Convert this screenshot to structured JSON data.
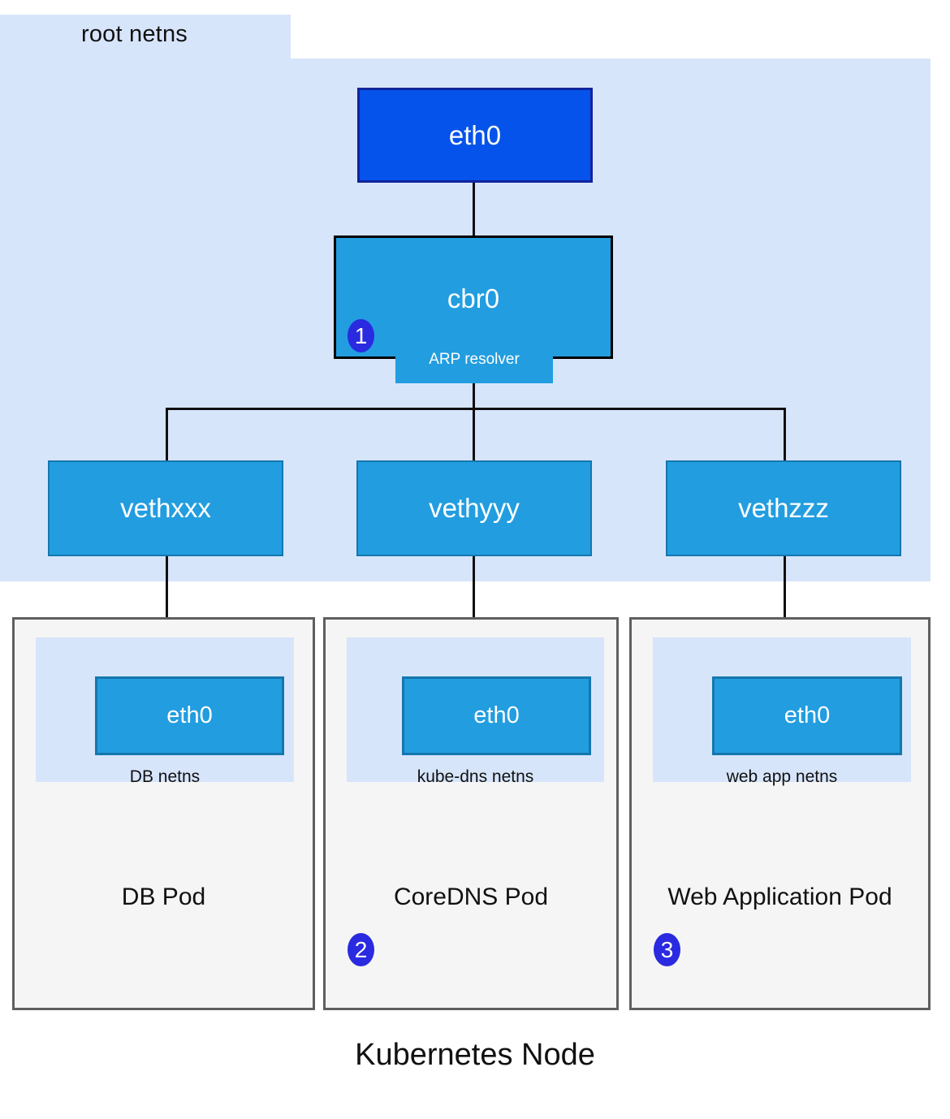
{
  "diagram": {
    "title": "Kubernetes Node",
    "root_region": {
      "label": "root netns",
      "background_color": "#d7e5fb"
    },
    "host_interface": {
      "label": "eth0",
      "fill_color": "#0553ea",
      "border_color": "#11249c"
    },
    "bridge": {
      "label": "cbr0",
      "fill_color": "#229de0",
      "border_color": "#000000",
      "sub_component": {
        "label": "ARP resolver",
        "fill_color": "#229de0"
      },
      "badge": "1"
    },
    "veth_interfaces": [
      {
        "label": "vethxxx",
        "fill_color": "#229de0",
        "border_color": "#1577ad"
      },
      {
        "label": "vethyyy",
        "fill_color": "#229de0",
        "border_color": "#1577ad"
      },
      {
        "label": "vethzzz",
        "fill_color": "#229de0",
        "border_color": "#1577ad"
      }
    ],
    "pods": [
      {
        "title": "DB Pod",
        "netns_label": "DB netns",
        "interface_label": "eth0",
        "badge": "",
        "border_color": "#5f5f5f",
        "fill_color": "#f5f5f5"
      },
      {
        "title": "CoreDNS Pod",
        "netns_label": "kube-dns netns",
        "interface_label": "eth0",
        "badge": "2",
        "border_color": "#5f5f5f",
        "fill_color": "#f5f5f5"
      },
      {
        "title": "Web Application Pod",
        "netns_label": "web app netns",
        "interface_label": "eth0",
        "badge": "3",
        "border_color": "#5f5f5f",
        "fill_color": "#f5f5f5"
      }
    ],
    "badge_color": "#2a2ae0",
    "connector_color": "#101010"
  }
}
